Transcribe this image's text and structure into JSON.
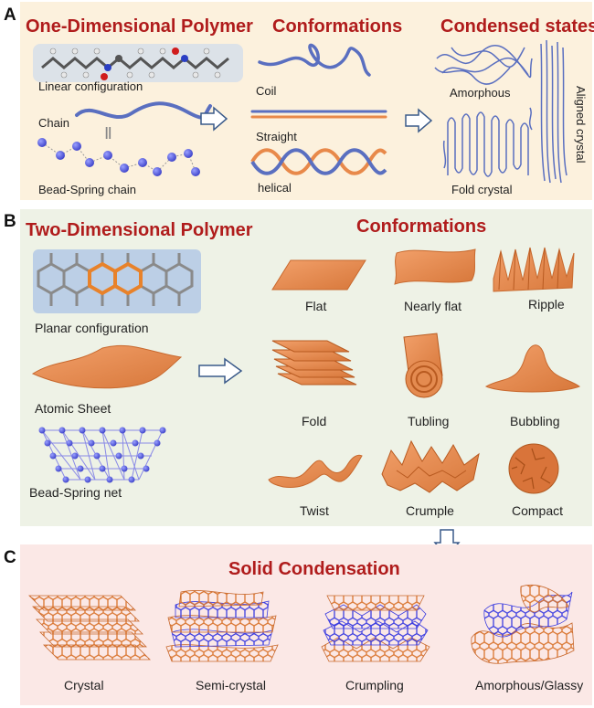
{
  "panel_a": {
    "label": "A",
    "title": "One-Dimensional Polymer",
    "linear": "Linear configuration",
    "chain": "Chain",
    "bead_spring": "Bead-Spring chain",
    "conformations_title": "Conformations",
    "coil": "Coil",
    "straight": "Straight",
    "helical": "helical",
    "condensed_title": "Condensed states",
    "amorphous": "Amorphous",
    "fold_crystal": "Fold crystal",
    "aligned_crystal": "Aligned crystal"
  },
  "panel_b": {
    "label": "B",
    "title": "Two-Dimensional Polymer",
    "planar": "Planar configuration",
    "atomic_sheet": "Atomic Sheet",
    "bead_net": "Bead-Spring net",
    "conformations_title": "Conformations",
    "flat": "Flat",
    "nearly_flat": "Nearly flat",
    "ripple": "Ripple",
    "fold": "Fold",
    "tubling": "Tubling",
    "bubbling": "Bubbling",
    "twist": "Twist",
    "crumple": "Crumple",
    "compact": "Compact"
  },
  "panel_c": {
    "label": "C",
    "title": "Solid Condensation",
    "crystal": "Crystal",
    "semi_crystal": "Semi-crystal",
    "crumpling": "Crumpling",
    "amorphous_glassy": "Amorphous/Glassy"
  },
  "colors": {
    "title_red": "#b01c1c",
    "chain_blue": "#5a6fc0",
    "sheet_orange": "#e8894a",
    "net_blue": "#4a4ad8",
    "panel_a_bg": "#fcf1dd",
    "panel_b_bg": "#eef2e6",
    "panel_c_bg": "#fbe8e6"
  }
}
